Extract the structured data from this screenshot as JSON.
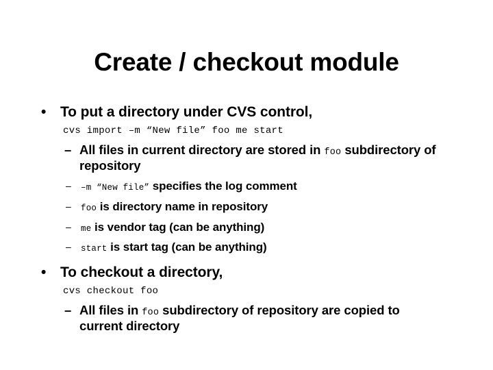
{
  "slide": {
    "title": "Create / checkout module",
    "background_color": "#ffffff",
    "text_color": "#000000",
    "markers": {
      "level1": "•",
      "level2": "–",
      "level3": "–"
    },
    "blocks": [
      {
        "level": 1,
        "name": "bullet-put-directory-under-cvs",
        "text": "To put a directory under CVS control,"
      },
      {
        "level": "code",
        "name": "code-cvs-import",
        "text": "cvs import –m “New file” foo me start"
      },
      {
        "level": 2,
        "name": "bullet-all-files-stored-in-foo",
        "parts": [
          {
            "type": "text",
            "value": "All files in current directory are stored in "
          },
          {
            "type": "mono",
            "value": "foo"
          },
          {
            "type": "text",
            "value": " subdirectory of repository"
          }
        ]
      },
      {
        "level": 3,
        "name": "bullet-m-log-comment",
        "parts": [
          {
            "type": "mono",
            "value": "–m “New file”"
          },
          {
            "type": "text",
            "value": " specifies the log comment"
          }
        ]
      },
      {
        "level": 3,
        "name": "bullet-foo-directory-name",
        "parts": [
          {
            "type": "mono",
            "value": "foo"
          },
          {
            "type": "text",
            "value": " is directory name in repository"
          }
        ]
      },
      {
        "level": 3,
        "name": "bullet-me-vendor-tag",
        "parts": [
          {
            "type": "mono",
            "value": "me"
          },
          {
            "type": "text",
            "value": " is vendor tag (can be anything)"
          }
        ]
      },
      {
        "level": 3,
        "name": "bullet-start-tag",
        "parts": [
          {
            "type": "mono",
            "value": "start"
          },
          {
            "type": "text",
            "value": " is start tag (can be anything)"
          }
        ]
      },
      {
        "level": 1,
        "name": "bullet-checkout-directory",
        "text": "To checkout a directory,"
      },
      {
        "level": "code",
        "name": "code-cvs-checkout",
        "text": "cvs checkout foo"
      },
      {
        "level": 2,
        "name": "bullet-files-copied-to-current-directory",
        "parts": [
          {
            "type": "text",
            "value": "All files in "
          },
          {
            "type": "mono",
            "value": "foo"
          },
          {
            "type": "text",
            "value": " subdirectory of repository are copied to current directory"
          }
        ]
      }
    ]
  }
}
